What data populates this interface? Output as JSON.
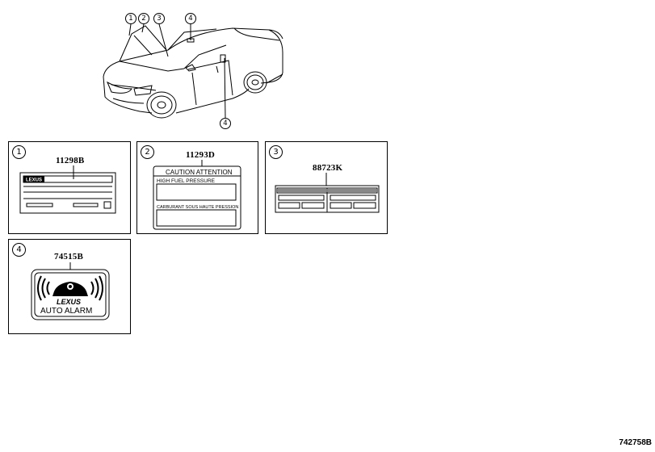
{
  "callouts": [
    "1",
    "2",
    "3",
    "4"
  ],
  "panels": [
    {
      "index": "1",
      "part_number": "11298B",
      "brand": "LEXUS"
    },
    {
      "index": "2",
      "part_number": "11293D",
      "heading": "CAUTION  ATTENTION",
      "line1": "HIGH   FUEL PRESSURE",
      "line2": "CARBURANT SOUS HAUTE PRESSION"
    },
    {
      "index": "3",
      "part_number": "88723K"
    },
    {
      "index": "4",
      "part_number": "74515B",
      "brand": "LEXUS",
      "label": "AUTO ALARM"
    }
  ],
  "drawing_code": "742758B"
}
